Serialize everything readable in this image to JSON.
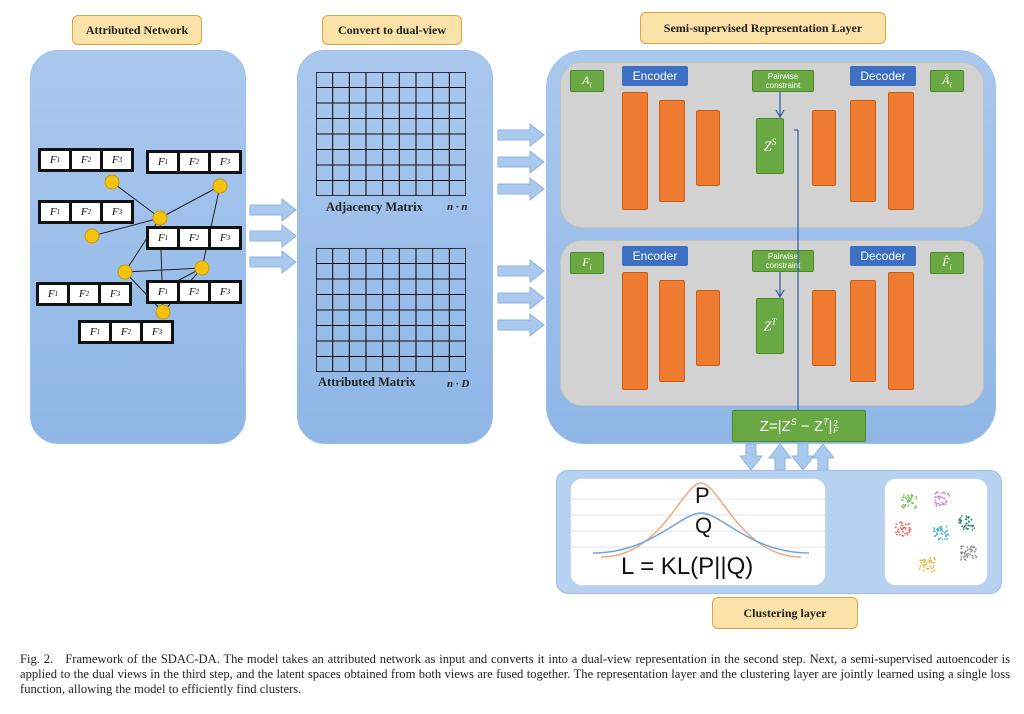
{
  "stage_labels": {
    "attributed_network": "Attributed Network",
    "convert": "Convert to dual-view",
    "semi_supervised": "Semi-supervised Representation Layer",
    "clustering": "Clustering layer"
  },
  "feature_labels": [
    "F1",
    "F2",
    "F3"
  ],
  "matrices": {
    "adjacency_label": "Adjacency Matrix",
    "adjacency_dim": "n · n",
    "attributed_label": "Attributed Matrix",
    "attributed_dim": "n · D"
  },
  "top_view": {
    "input": "A_i",
    "encoder": "Encoder",
    "decoder": "Decoder",
    "constraint": "Pairwise constraint",
    "latent": "Z^S",
    "output": "Â_i"
  },
  "bottom_view": {
    "input": "F_i",
    "encoder": "Encoder",
    "decoder": "Decoder",
    "constraint": "Pairwise constraint",
    "latent": "Z^T",
    "output": "F̂_i"
  },
  "fusion_formula": "Z=|Z^S − Z^T|_F^2",
  "clustering": {
    "p_label": "P",
    "q_label": "Q",
    "loss": "L = KL(P||Q)"
  },
  "caption": {
    "prefix": "Fig. 2.",
    "text": "Framework of the SDAC-DA. The model takes an attributed network as input and converts it into a dual-view representation in the second step. Next, a semi-supervised autoencoder is applied to the dual views in the third step, and the latent spaces obtained from both views are fused together. The representation layer and the clustering layer are jointly learned using a single loss function, allowing the model to efficiently find clusters."
  },
  "colors": {
    "panel_blue": "#9dbfea",
    "label_yellow": "#fbe2a8",
    "encoder_blue": "#3d6fc3",
    "latent_green": "#6aa843",
    "layer_orange": "#ee7b30",
    "node_yellow": "#f4c20d"
  }
}
